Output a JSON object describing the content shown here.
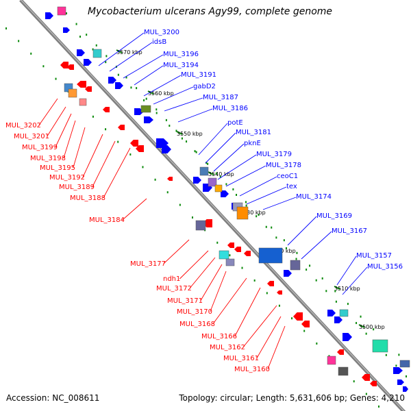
{
  "title": "Mycobacterium ulcerans Agy99, complete genome",
  "accession": "Accession: NC_008611",
  "topology": "Topology: circular; Length: 5,631,606 bp; Genes: 4,210",
  "colors": {
    "forward": "#0000ff",
    "reverse": "#ff0000",
    "backbone": "#808080",
    "tick": "#0a8a0a"
  },
  "tick_labels": [
    "3570 kbp",
    "3560 kbp",
    "3550 kbp",
    "3540 kbp",
    "3530 kbp",
    "3520 kbp",
    "3510 kbp",
    "3500 kbp"
  ],
  "forward_genes": [
    "MUL_3200",
    "idsB",
    "MUL_3196",
    "MUL_3194",
    "MUL_3191",
    "gabD2",
    "MUL_3187",
    "MUL_3186",
    "potE",
    "MUL_3181",
    "pknE",
    "MUL_3179",
    "MUL_3178",
    "ceoC1",
    "tex",
    "MUL_3174",
    "MUL_3169",
    "MUL_3167",
    "MUL_3157",
    "MUL_3156"
  ],
  "reverse_genes": [
    "MUL_3202",
    "MUL_3201",
    "MUL_3199",
    "MUL_3198",
    "MUL_3195",
    "MUL_3192",
    "MUL_3189",
    "MUL_3188",
    "MUL_3184",
    "MUL_3177",
    "ndh1",
    "MUL_3172",
    "MUL_3171",
    "MUL_3170",
    "MUL_3168",
    "MUL_3166",
    "MUL_3162",
    "MUL_3161",
    "MUL_3160"
  ]
}
